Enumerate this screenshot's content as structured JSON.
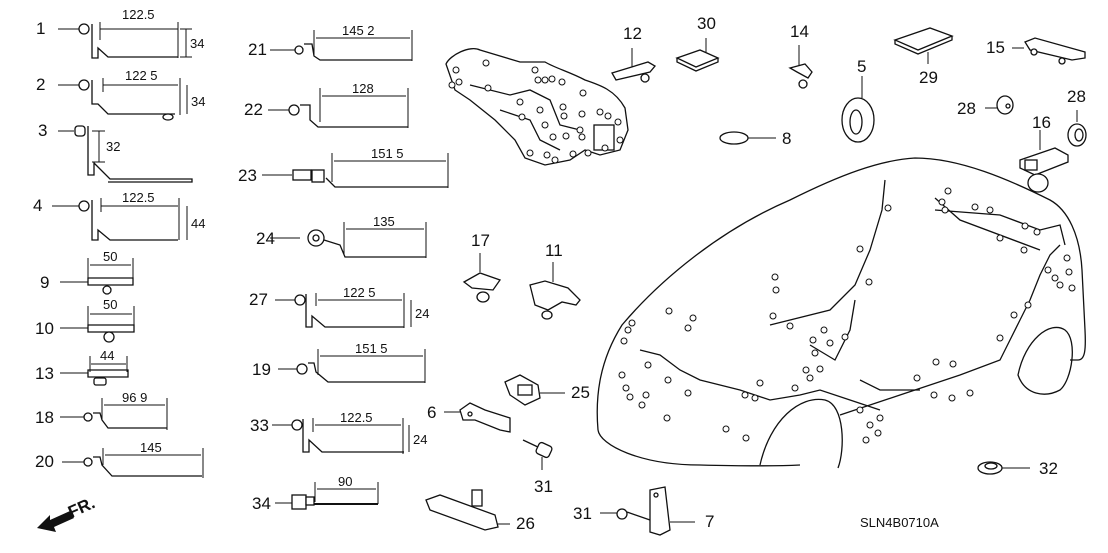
{
  "diagram": {
    "title_code": "SLN4B0710A",
    "direction_label": "FR.",
    "parts": [
      {
        "ref": "1",
        "dims": [
          "122.5",
          "34"
        ]
      },
      {
        "ref": "2",
        "dims": [
          "122 5",
          "34"
        ]
      },
      {
        "ref": "3",
        "dims": [
          "32"
        ]
      },
      {
        "ref": "4",
        "dims": [
          "122.5",
          "44"
        ]
      },
      {
        "ref": "9",
        "dims": [
          "50"
        ]
      },
      {
        "ref": "10",
        "dims": [
          "50"
        ]
      },
      {
        "ref": "13",
        "dims": [
          "44"
        ]
      },
      {
        "ref": "18",
        "dims": [
          "96 9"
        ]
      },
      {
        "ref": "20",
        "dims": [
          "145"
        ]
      },
      {
        "ref": "21",
        "dims": [
          "145 2"
        ]
      },
      {
        "ref": "22",
        "dims": [
          "128"
        ]
      },
      {
        "ref": "23",
        "dims": [
          "151 5"
        ]
      },
      {
        "ref": "24",
        "dims": [
          "135"
        ]
      },
      {
        "ref": "27",
        "dims": [
          "122 5",
          "24"
        ]
      },
      {
        "ref": "19",
        "dims": [
          "151 5"
        ]
      },
      {
        "ref": "33",
        "dims": [
          "122.5",
          "24"
        ]
      },
      {
        "ref": "34",
        "dims": [
          "90"
        ]
      },
      {
        "ref": "12",
        "dims": []
      },
      {
        "ref": "30",
        "dims": []
      },
      {
        "ref": "14",
        "dims": []
      },
      {
        "ref": "5",
        "dims": []
      },
      {
        "ref": "29",
        "dims": []
      },
      {
        "ref": "15",
        "dims": []
      },
      {
        "ref": "28a",
        "label": "28",
        "dims": []
      },
      {
        "ref": "28b",
        "label": "28",
        "dims": []
      },
      {
        "ref": "16",
        "dims": []
      },
      {
        "ref": "8",
        "dims": []
      },
      {
        "ref": "17",
        "dims": []
      },
      {
        "ref": "11",
        "dims": []
      },
      {
        "ref": "25",
        "dims": []
      },
      {
        "ref": "6",
        "dims": []
      },
      {
        "ref": "31a",
        "label": "31",
        "dims": []
      },
      {
        "ref": "31b",
        "label": "31",
        "dims": []
      },
      {
        "ref": "26",
        "dims": []
      },
      {
        "ref": "7",
        "dims": []
      },
      {
        "ref": "32",
        "dims": []
      }
    ],
    "labels": {
      "p1": "1",
      "p2": "2",
      "p3": "3",
      "p4": "4",
      "p9": "9",
      "p10": "10",
      "p13": "13",
      "p18": "18",
      "p20": "20",
      "p21": "21",
      "p22": "22",
      "p23": "23",
      "p24": "24",
      "p27": "27",
      "p19": "19",
      "p33": "33",
      "p34": "34",
      "p12": "12",
      "p30": "30",
      "p14": "14",
      "p5": "5",
      "p29": "29",
      "p15": "15",
      "p28a": "28",
      "p28b": "28",
      "p16": "16",
      "p8": "8",
      "p17": "17",
      "p11": "11",
      "p25": "25",
      "p6": "6",
      "p31a": "31",
      "p31b": "31",
      "p26": "26",
      "p7": "7",
      "p32": "32"
    },
    "dims": {
      "d1w": "122.5",
      "d1h": "34",
      "d2w": "122 5",
      "d2h": "34",
      "d3h": "32",
      "d4w": "122.5",
      "d4h": "44",
      "d9": "50",
      "d10": "50",
      "d13": "44",
      "d18": "96 9",
      "d20": "145",
      "d21": "145 2",
      "d22": "128",
      "d23": "151 5",
      "d24": "135",
      "d27w": "122 5",
      "d27h": "24",
      "d19": "151 5",
      "d33w": "122.5",
      "d33h": "24",
      "d34": "90"
    }
  }
}
